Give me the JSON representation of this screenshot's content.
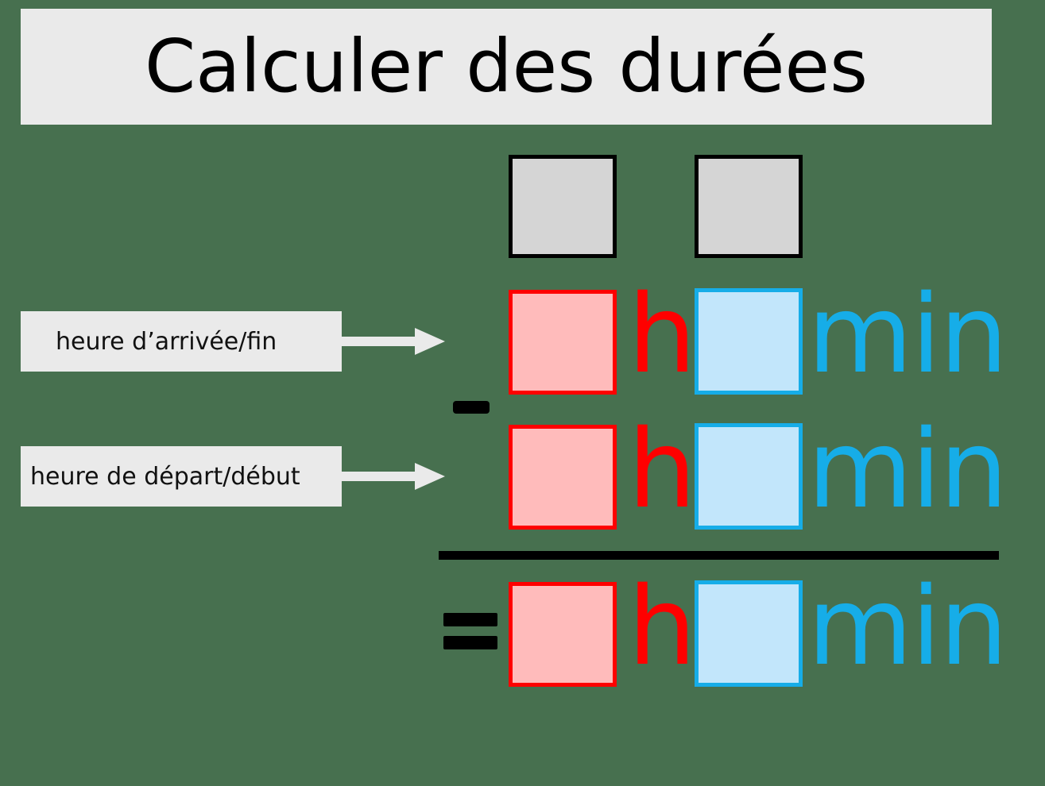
{
  "title": {
    "text": "Calculer des durées",
    "banner_color": "#eaeaea",
    "text_color": "#000000"
  },
  "background_color": "#47704f",
  "legend_row": {
    "boxes": [
      {
        "name": "hours-placeholder",
        "fill": "#d5d5d5",
        "border": "#000000"
      },
      {
        "name": "minutes-placeholder",
        "fill": "#d5d5d5",
        "border": "#000000"
      }
    ]
  },
  "callouts": [
    {
      "label": "heure d’arrivée/fin",
      "box_color": "#eaeaea",
      "text_color": "#111111",
      "arrow_color": "#eaeaea"
    },
    {
      "label": "heure de départ/début",
      "box_color": "#eaeaea",
      "text_color": "#111111",
      "arrow_color": "#eaeaea"
    }
  ],
  "operators": {
    "minus": "−",
    "equals": "=",
    "color": "#000000"
  },
  "equation_rows": [
    {
      "name": "minuend-row",
      "hour_unit": "h",
      "minute_unit": "min",
      "hour_fill": "#ffbbbb",
      "hour_border": "#ff0000",
      "minute_fill": "#c2e6fb",
      "minute_border": "#16ade8"
    },
    {
      "name": "subtrahend-row",
      "hour_unit": "h",
      "minute_unit": "min",
      "hour_fill": "#ffbbbb",
      "hour_border": "#ff0000",
      "minute_fill": "#c2e6fb",
      "minute_border": "#16ade8"
    },
    {
      "name": "result-row",
      "hour_unit": "h",
      "minute_unit": "min",
      "hour_fill": "#ffbbbb",
      "hour_border": "#ff0000",
      "minute_fill": "#c2e6fb",
      "minute_border": "#16ade8"
    }
  ],
  "rule": {
    "name": "fraction-rule",
    "color": "#000000"
  }
}
